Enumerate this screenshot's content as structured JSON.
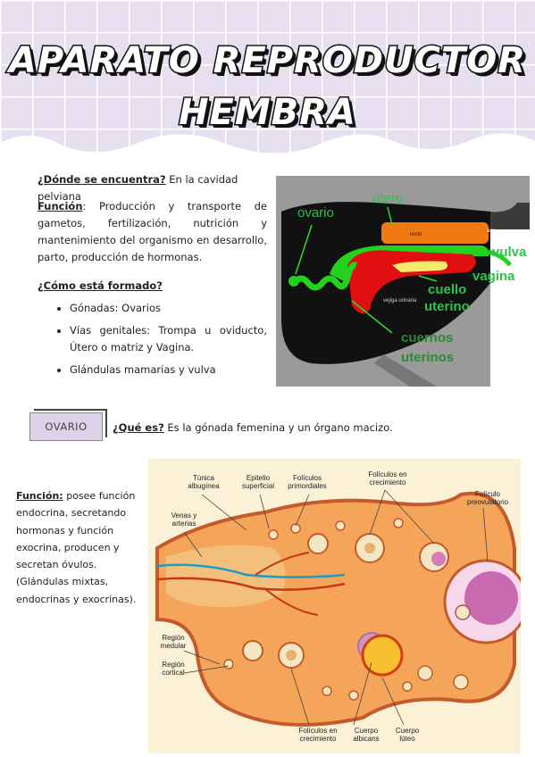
{
  "title_line1": "APARATO REPRODUCTOR",
  "title_line2": "HEMBRA",
  "location": {
    "label": "¿Dónde se encuentra?",
    "text": "En la cavidad pelviana"
  },
  "function": {
    "label": "Función",
    "text": ": Producción y transporte de gametos, fertilización, nutrición y mantenimiento del organismo en desarrollo, parto, producción de hormonas."
  },
  "structure": {
    "label": "¿Cómo está formado?",
    "items": [
      "Gónadas: Ovarios",
      "Vías genitales: Trompa u oviducto, Útero o matriz y Vagina.",
      "Glándulas mamarias y vulva"
    ]
  },
  "figure1": {
    "ovario": "ovario",
    "utero": "útero",
    "recto": "recto",
    "ano": "ano",
    "vulva": "vulva",
    "vagina": "vagina",
    "cuello": "cuello",
    "uterino": "uterino",
    "vejiga": "vejiga urinaria",
    "cuernos": "cuernos",
    "uterinos": "uterinos"
  },
  "ovary_tag": "OVARIO",
  "ovary_what": {
    "label": "¿Qué es?",
    "text": " Es la gónada femenina y un órgano macizo."
  },
  "ovary_function": {
    "label": "Función:",
    "text": " posee función endocrina, secretando hormonas y función exocrina, producen y secretan óvulos. (Glándulas mixtas, endocrinas y exocrinas)."
  },
  "figure2": {
    "tunica": [
      "Túnica",
      "albugínea"
    ],
    "epitelio": [
      "Epitelio",
      "superficial"
    ],
    "primordiales": [
      "Folículos",
      "primordiales"
    ],
    "crecimiento_top": [
      "Folículos en",
      "crecimiento"
    ],
    "preovulatorio": [
      "Folículo",
      "preovulatorio"
    ],
    "venas": [
      "Venas y",
      "arterias"
    ],
    "medular": [
      "Región",
      "medular"
    ],
    "cortical": [
      "Región",
      "cortical"
    ],
    "crecimiento_bottom": [
      "Folículos en",
      "crecimiento"
    ],
    "albicans": [
      "Cuerpo",
      "albicans"
    ],
    "luteo": [
      "Cuerpo",
      "lúteo"
    ]
  },
  "colors": {
    "header_bg": "#e8e2f1",
    "grid": "#ffffff",
    "tag_bg": "#dcd3ea",
    "ovary_bg": "#f7c98a"
  }
}
